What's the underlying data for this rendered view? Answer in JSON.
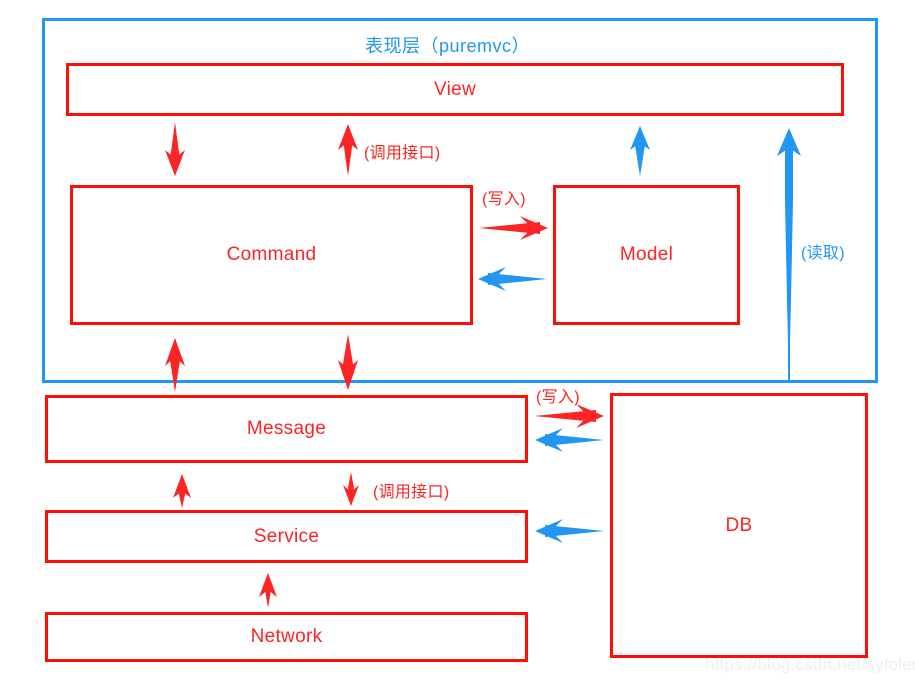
{
  "diagram": {
    "title": "表现层（puremvc）",
    "title_color": "#2196f3",
    "node_color": "#fc1006",
    "flow_red": "#fc2424",
    "flow_blue": "#2196f3",
    "watermark": "https://blog.csdn.net/syfolen"
  },
  "nodes": {
    "view": "View",
    "command": "Command",
    "model": "Model",
    "message": "Message",
    "service": "Service",
    "network": "Network",
    "db": "DB"
  },
  "edge_labels": {
    "view_call": "(调用接口)",
    "command_write": "(写入)",
    "db_read": "(读取)",
    "message_write": "(写入)",
    "service_call": "(调用接口)"
  }
}
